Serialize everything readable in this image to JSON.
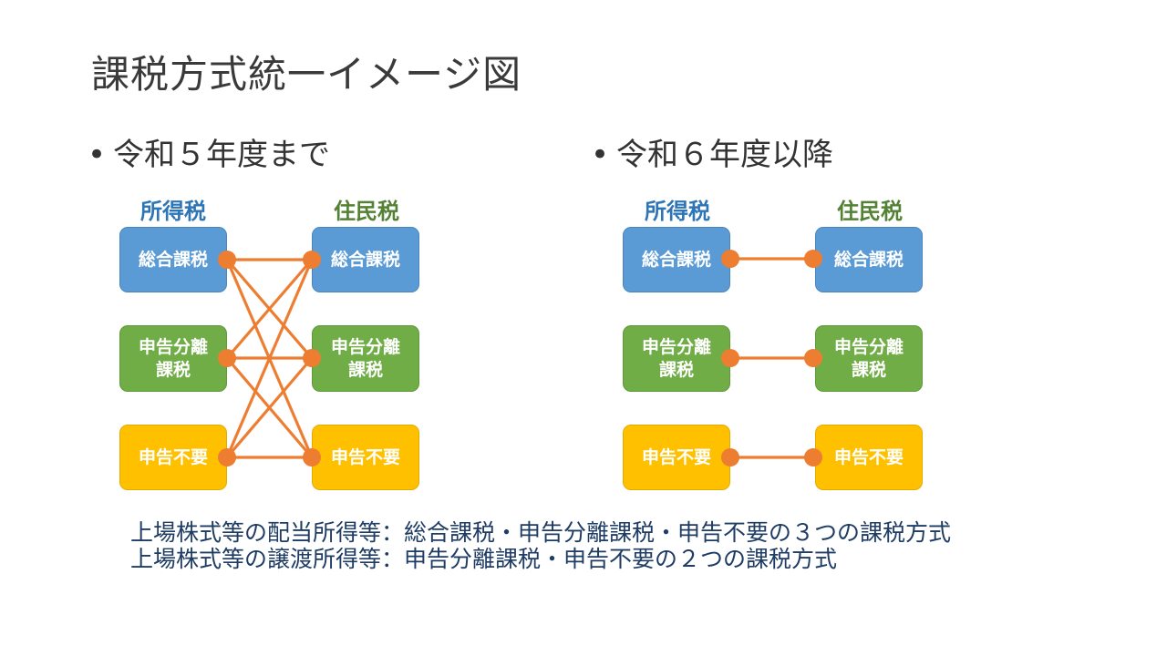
{
  "title": "課税方式統一イメージ図",
  "sections": [
    {
      "heading": "令和５年度まで",
      "left_header": "所得税",
      "right_header": "住民税",
      "left_items": [
        "総合課税",
        "申告分離\n課税",
        "申告不要"
      ],
      "right_items": [
        "総合課税",
        "申告分離\n課税",
        "申告不要"
      ],
      "connections": "all-to-all"
    },
    {
      "heading": "令和６年度以降",
      "left_header": "所得税",
      "right_header": "住民税",
      "left_items": [
        "総合課税",
        "申告分離\n課税",
        "申告不要"
      ],
      "right_items": [
        "総合課税",
        "申告分離\n課税",
        "申告不要"
      ],
      "connections": "one-to-one"
    }
  ],
  "notes": [
    "上場株式等の配当所得等：総合課税・申告分離課税・申告不要の３つの課税方式",
    "上場株式等の譲渡所得等：申告分離課税・申告不要の２つの課税方式"
  ],
  "colors": {
    "income_tax_header": "#2e75b6",
    "resident_tax_header": "#548235",
    "aggregate": "#5b9bd5",
    "separate": "#70ad47",
    "no_filing": "#ffc000",
    "connector": "#ed7d31"
  }
}
